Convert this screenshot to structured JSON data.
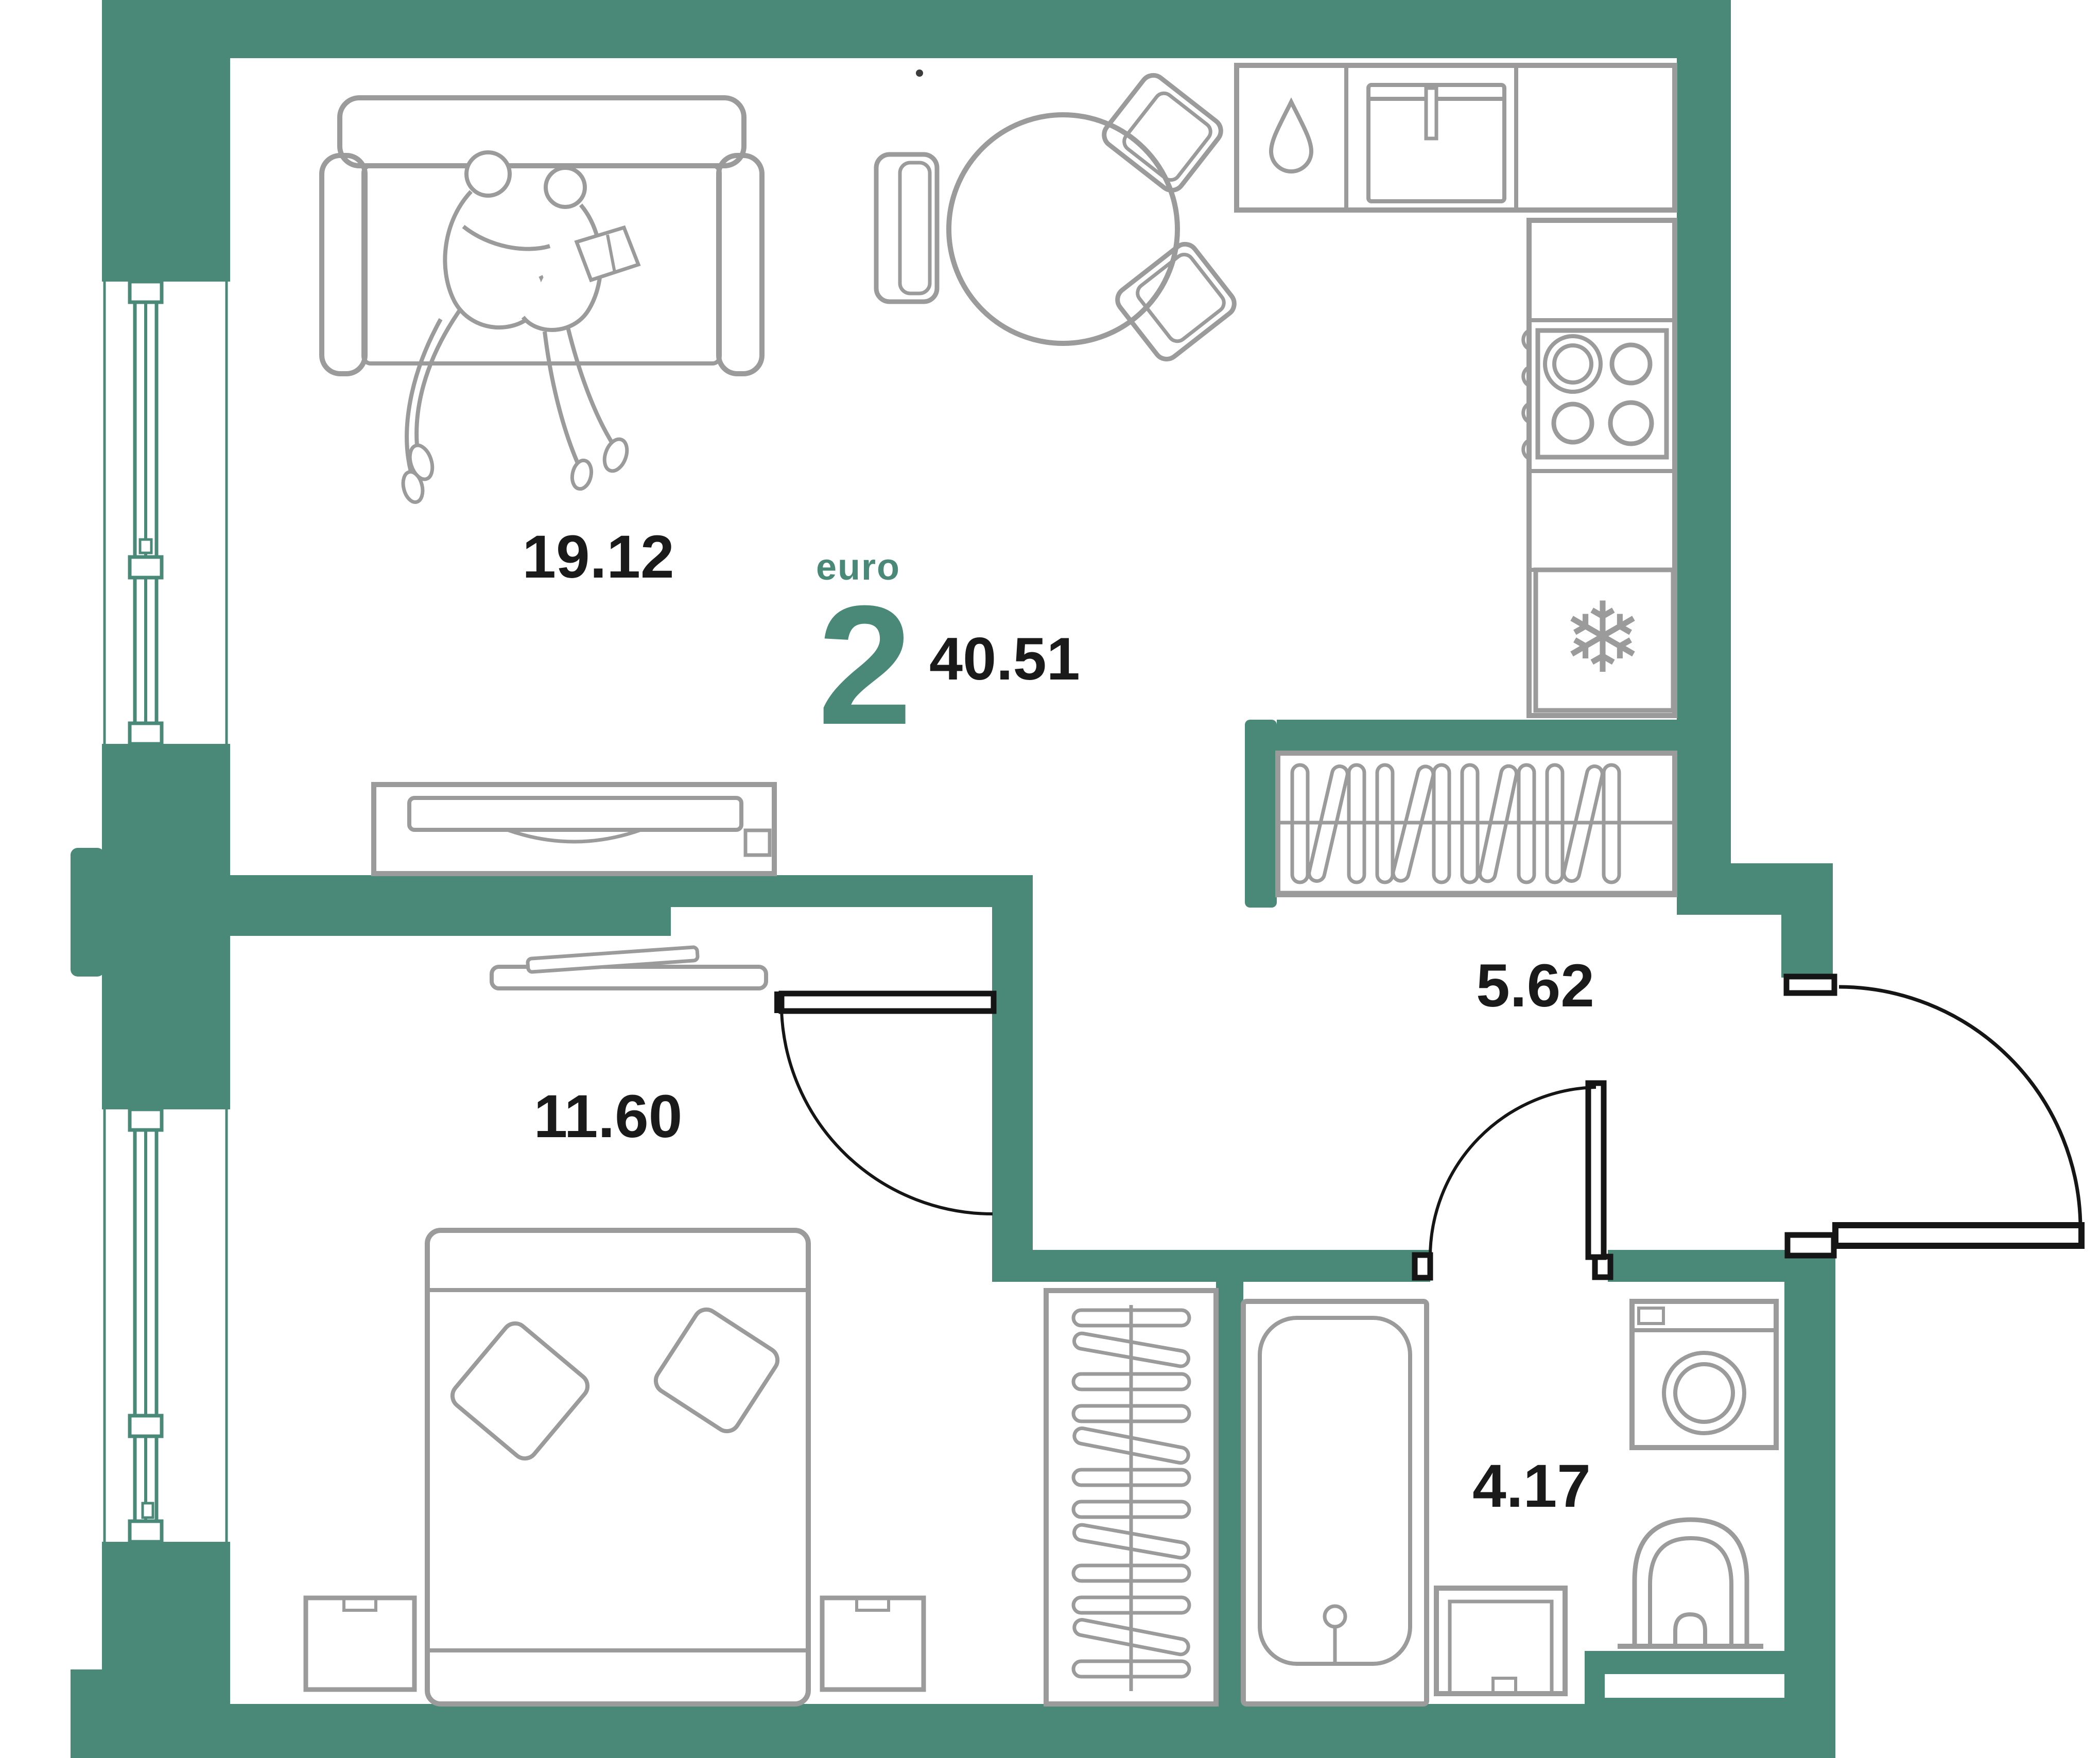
{
  "plan": {
    "type_label": "euro",
    "rooms_count": "2",
    "total_area": "40.51"
  },
  "rooms": [
    {
      "name": "living-kitchen",
      "area": "19.12"
    },
    {
      "name": "bedroom",
      "area": "11.60"
    },
    {
      "name": "hallway",
      "area": "5.62"
    },
    {
      "name": "bathroom",
      "area": "4.17"
    }
  ],
  "colors": {
    "wall": "#4a8878",
    "furniture": "#9b9b9b",
    "door": "#151515",
    "text": "#1a1a1a",
    "accent": "#4a8878",
    "background": "#ffffff"
  },
  "icons": {
    "kitchen_sink": "droplet-icon",
    "fridge": "snowflake-icon",
    "fridge_glyph": "❄"
  }
}
